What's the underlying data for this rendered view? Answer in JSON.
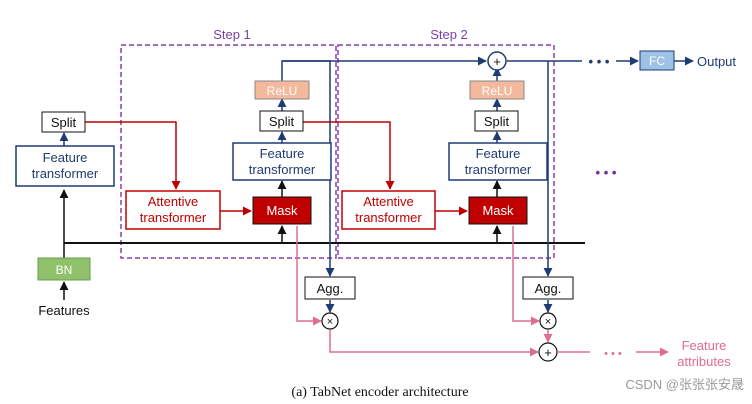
{
  "steps": {
    "step1": "Step 1",
    "step2": "Step 2"
  },
  "blocks": {
    "split": "Split",
    "feature_transformer_line1": "Feature",
    "feature_transformer_line2": "transformer",
    "attentive_transformer_line1": "Attentive",
    "attentive_transformer_line2": "transformer",
    "mask": "Mask",
    "relu": "ReLU",
    "bn": "BN",
    "agg": "Agg.",
    "fc": "FC"
  },
  "io": {
    "features": "Features",
    "output": "Output",
    "feature_attributes_line1": "Feature",
    "feature_attributes_line2": "attributes"
  },
  "symbols": {
    "plus": "+",
    "times": "×",
    "ellipsis": "• • •"
  },
  "caption": "(a)  TabNet encoder architecture",
  "watermark": "CSDN @张张张安晟",
  "colors": {
    "navy": "#1f3b73",
    "red": "#c00000",
    "pink": "#e06b95",
    "purple": "#8a3fb0",
    "mask_fill": "#c00000",
    "relu_fill": "#f4b99d",
    "bn_fill": "#8fc06a",
    "fc_fill": "#9ec1e6"
  }
}
